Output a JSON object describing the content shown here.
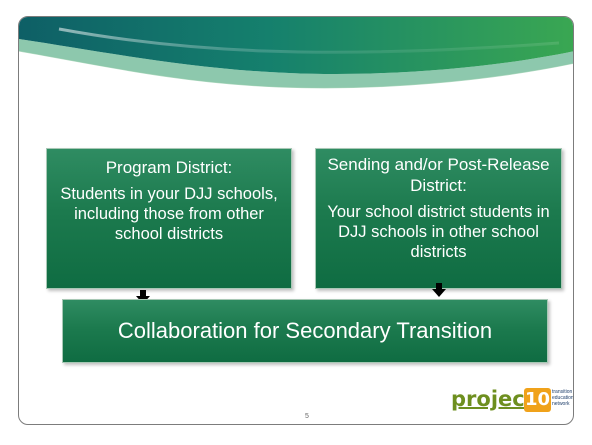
{
  "slide": {
    "boxes": {
      "program_district": {
        "title": "Program District:",
        "body": "Students in your DJJ schools, including those from other school districts"
      },
      "sending_district": {
        "title": "Sending and/or Post-Release District:",
        "body": "Your school district students in DJJ schools in other school districts"
      },
      "collaboration": {
        "label": "Collaboration for Secondary Transition"
      }
    },
    "page_number": "5"
  },
  "logo": {
    "word": "project",
    "badge": "10",
    "tagline": [
      "transition",
      "education",
      "network"
    ]
  },
  "colors": {
    "box_fill": "#1c7a4e",
    "header_teal": "#16756e",
    "header_green": "#33a35a",
    "logo_green": "#6e8f1f",
    "logo_orange": "#f0a21a",
    "logo_navy": "#1f3f6b"
  }
}
